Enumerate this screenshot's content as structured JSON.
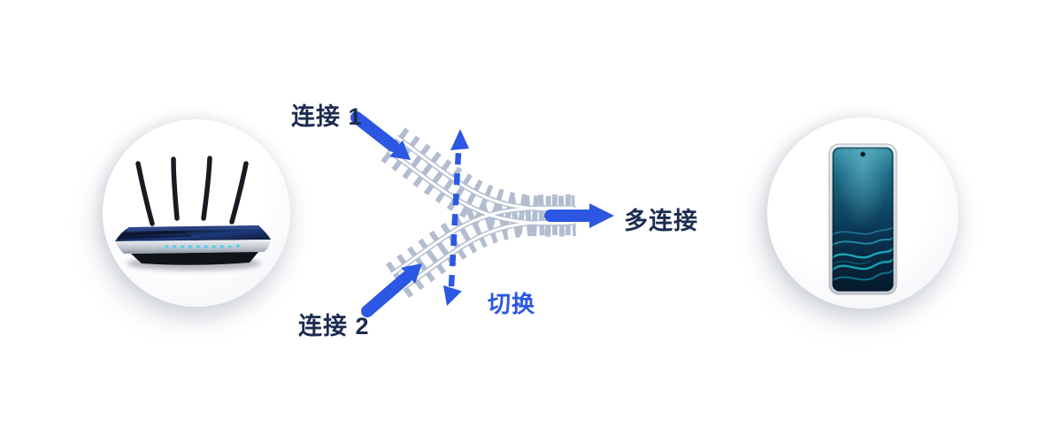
{
  "diagram": {
    "title_hint": "dual connection railway-switch diagram",
    "left_node": {
      "icon": "router-icon"
    },
    "right_node": {
      "icon": "smartphone-icon"
    },
    "labels": {
      "connection1": "连接 1",
      "connection2": "连接 2",
      "multi_connection": "多连接",
      "switch": "切换"
    },
    "colors": {
      "arrow_blue": "#2b57e2",
      "switch_blue": "#2b57e2",
      "label_navy": "#1c2c4f",
      "track_gray": "#b2bdd0",
      "background": "#ffffff",
      "led_cyan": "#41d4f2"
    }
  }
}
